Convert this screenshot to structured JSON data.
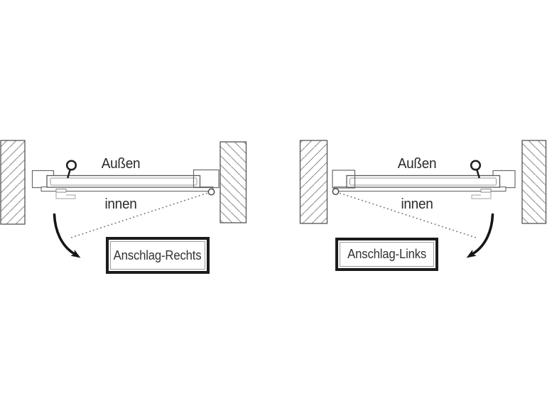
{
  "colors": {
    "background": "#ffffff",
    "wall_outline": "#555555",
    "hatch": "#8f8f8f",
    "door_line": "#5a5a5a",
    "door_line_light": "#b5b5b5",
    "key_and_arrow": "#161616",
    "dotted_line": "#777777",
    "box_border": "#1c1c1c",
    "box_inner_border": "#9c9c9c",
    "text": "#2a2a2a"
  },
  "icons": {
    "key": "key-icon (circle with angled stem)",
    "hinge_pivot": "hinge-pivot-icon (small circle at door corner)",
    "swing_arrow": "swing-arrow-icon (curved black arrow)"
  },
  "diagrams": [
    {
      "caption": "Anschlag-Rechts",
      "outside_label": "Außen",
      "inside_label": "innen",
      "hinge_side": "right"
    },
    {
      "caption": "Anschlag-Links",
      "outside_label": "Außen",
      "inside_label": "innen",
      "hinge_side": "left"
    }
  ]
}
